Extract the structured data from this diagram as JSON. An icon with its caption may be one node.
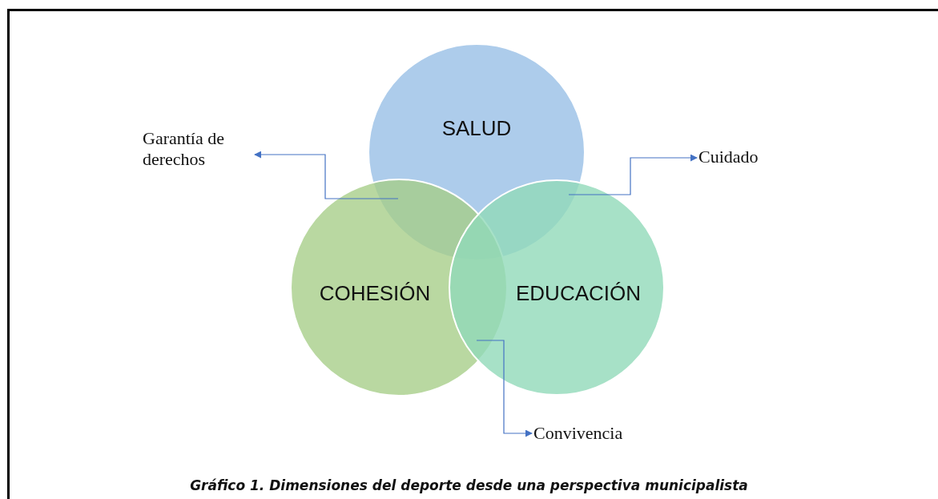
{
  "diagram": {
    "caption": "Gráfico 1. Dimensiones del deporte desde una perspectiva municipalista",
    "nodes": [
      {
        "text": [
          "SALUD"
        ]
      },
      {
        "text": [
          "COHESIÓN"
        ]
      },
      {
        "text": [
          "EDUCACIÓN"
        ]
      },
      {
        "text": [
          "Garantía de derechos"
        ]
      },
      {
        "text": [
          "Cuidado"
        ]
      },
      {
        "text": [
          "Convivencia"
        ]
      }
    ],
    "edges": [
      {
        "from": 0,
        "to": 3,
        "arrow": "to"
      },
      {
        "from": 2,
        "to": 4,
        "arrow": "to"
      },
      {
        "from": 2,
        "to": 5,
        "arrow": "to"
      }
    ]
  }
}
